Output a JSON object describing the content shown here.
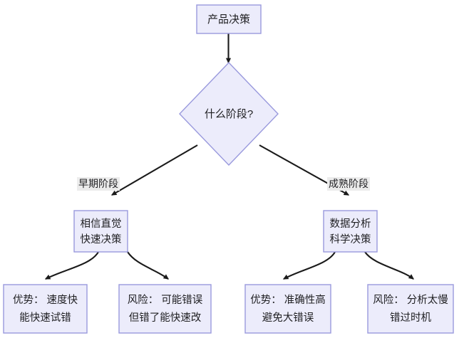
{
  "diagram": {
    "type": "flowchart",
    "direction": "top-down",
    "title": "产品决策",
    "background_color": "#ffffff",
    "node_fill": "#ECECFB",
    "node_stroke": "#9999DD",
    "edge_color": "#1a1a1a",
    "edge_label_bg": "#ECECEC",
    "text_color": "#1f1f22"
  },
  "nodes": {
    "root": {
      "id": "root",
      "shape": "rect",
      "label": "产品决策",
      "lines": [
        "产品决策"
      ]
    },
    "decision": {
      "id": "decision",
      "shape": "diamond",
      "label": "什么阶段?",
      "lines": [
        "什么阶段?"
      ]
    },
    "early": {
      "id": "early",
      "shape": "rect",
      "label": "相信直觉 快速决策",
      "lines": [
        "相信直觉",
        "快速决策"
      ]
    },
    "mature": {
      "id": "mature",
      "shape": "rect",
      "label": "数据分析 科学决策",
      "lines": [
        "数据分析",
        "科学决策"
      ]
    },
    "early_pro": {
      "id": "early_pro",
      "shape": "rect",
      "label": "优势：速度快 能快速试错",
      "lines": [
        "优势： 速度快",
        "能快速试错"
      ]
    },
    "early_con": {
      "id": "early_con",
      "shape": "rect",
      "label": "风险：可能错误 但错了能快速改",
      "lines": [
        "风险： 可能错误",
        "但错了能快速改"
      ]
    },
    "mature_pro": {
      "id": "mature_pro",
      "shape": "rect",
      "label": "优势：准确性高 避免大错误",
      "lines": [
        "优势： 准确性高",
        "避免大错误"
      ]
    },
    "mature_con": {
      "id": "mature_con",
      "shape": "rect",
      "label": "风险：分析太慢 错过时机",
      "lines": [
        "风险： 分析太慢",
        "错过时机"
      ]
    }
  },
  "edges": [
    {
      "id": "e1",
      "from": "root",
      "to": "decision",
      "label": ""
    },
    {
      "id": "e2",
      "from": "decision",
      "to": "early",
      "label": "早期阶段"
    },
    {
      "id": "e3",
      "from": "decision",
      "to": "mature",
      "label": "成熟阶段"
    },
    {
      "id": "e4",
      "from": "early",
      "to": "early_pro",
      "label": ""
    },
    {
      "id": "e5",
      "from": "early",
      "to": "early_con",
      "label": ""
    },
    {
      "id": "e6",
      "from": "mature",
      "to": "mature_pro",
      "label": ""
    },
    {
      "id": "e7",
      "from": "mature",
      "to": "mature_con",
      "label": ""
    }
  ],
  "edge_labels": {
    "early_branch": "早期阶段",
    "mature_branch": "成熟阶段"
  }
}
